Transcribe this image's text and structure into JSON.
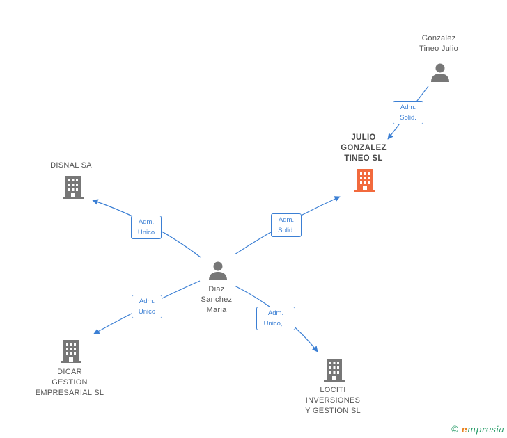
{
  "nodes": {
    "gonzalez_tineo_julio": {
      "label": "Gonzalez\nTineo Julio",
      "type": "person"
    },
    "julio_gonzalez_tineo_sl": {
      "label": "JULIO\nGONZALEZ\nTINEO  SL",
      "type": "company",
      "highlight": true
    },
    "disnal_sa": {
      "label": "DISNAL SA",
      "type": "company"
    },
    "diaz_sanchez_maria": {
      "label": "Diaz\nSanchez\nMaria",
      "type": "person"
    },
    "dicar_gestion": {
      "label": "DICAR\nGESTION\nEMPRESARIAL SL",
      "type": "company"
    },
    "lociti_inversiones": {
      "label": "LOCITI\nINVERSIONES\nY GESTION  SL",
      "type": "company"
    }
  },
  "edges": {
    "gonzalez_to_julio": {
      "label": "Adm.\nSolid."
    },
    "diaz_to_julio": {
      "label": "Adm.\nSolid."
    },
    "diaz_to_disnal": {
      "label": "Adm.\nUnico"
    },
    "diaz_to_dicar": {
      "label": "Adm.\nUnico"
    },
    "diaz_to_lociti": {
      "label": "Adm.\nUnico,..."
    }
  },
  "colors": {
    "edge": "#3b7fd4",
    "icon_gray": "#777777",
    "icon_highlight": "#f26a3d"
  },
  "watermark": {
    "copyright": "©",
    "brand_first": "e",
    "brand_rest": "mpresia"
  }
}
